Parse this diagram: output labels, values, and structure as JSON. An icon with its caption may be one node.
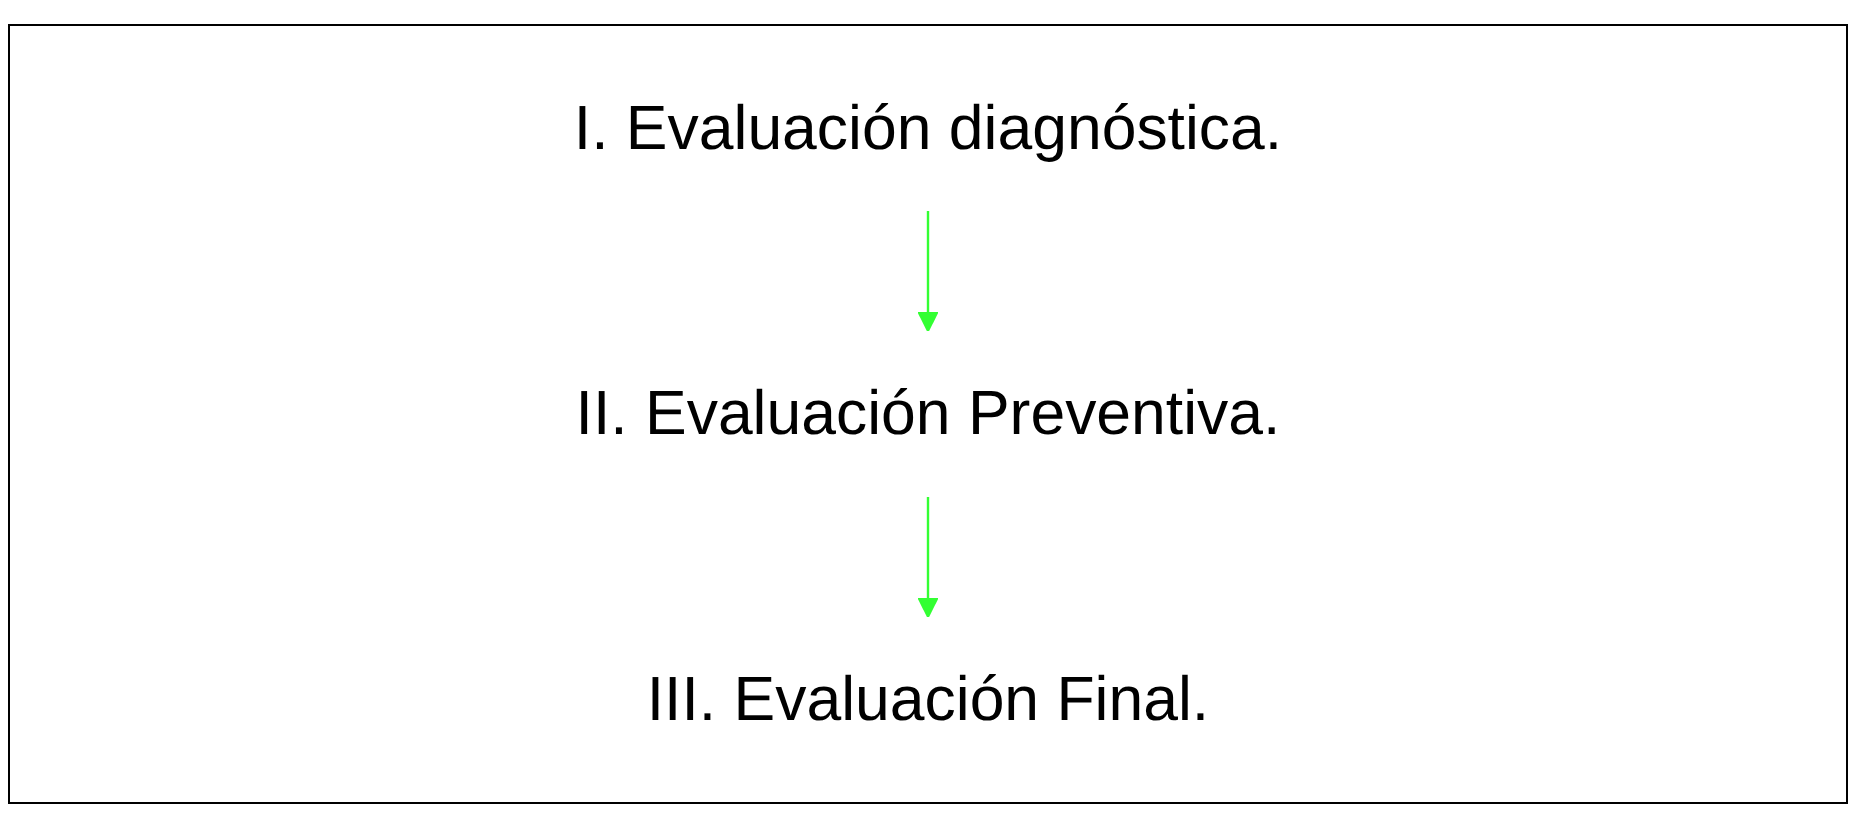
{
  "diagram": {
    "nodes": [
      {
        "text": [
          "I. Evaluación diagnóstica."
        ]
      },
      {
        "text": [
          "II. Evaluación Preventiva."
        ]
      },
      {
        "text": [
          "III. Evaluación Final."
        ]
      }
    ],
    "edges": [
      {
        "from": 0,
        "to": 1,
        "arrow": "to",
        "color": "#33ff33"
      },
      {
        "from": 1,
        "to": 2,
        "arrow": "to",
        "color": "#33ff33"
      }
    ]
  }
}
